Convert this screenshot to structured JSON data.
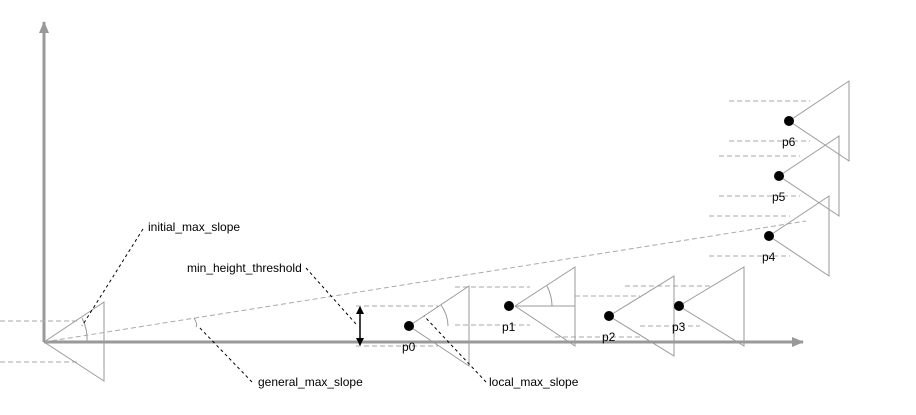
{
  "labels": {
    "initial_max_slope": "initial_max_slope",
    "min_height_threshold": "min_height_threshold",
    "general_max_slope": "general_max_slope",
    "local_max_slope": "local_max_slope"
  },
  "points": [
    {
      "id": "p0",
      "label": "p0"
    },
    {
      "id": "p1",
      "label": "p1"
    },
    {
      "id": "p2",
      "label": "p2"
    },
    {
      "id": "p3",
      "label": "p3"
    },
    {
      "id": "p4",
      "label": "p4"
    },
    {
      "id": "p5",
      "label": "p5"
    },
    {
      "id": "p6",
      "label": "p6"
    }
  ],
  "colors": {
    "axis": "#999999",
    "shape": "#9a9a9a",
    "dashed": "#aaaaaa",
    "leader": "#000000",
    "point": "#000000"
  }
}
